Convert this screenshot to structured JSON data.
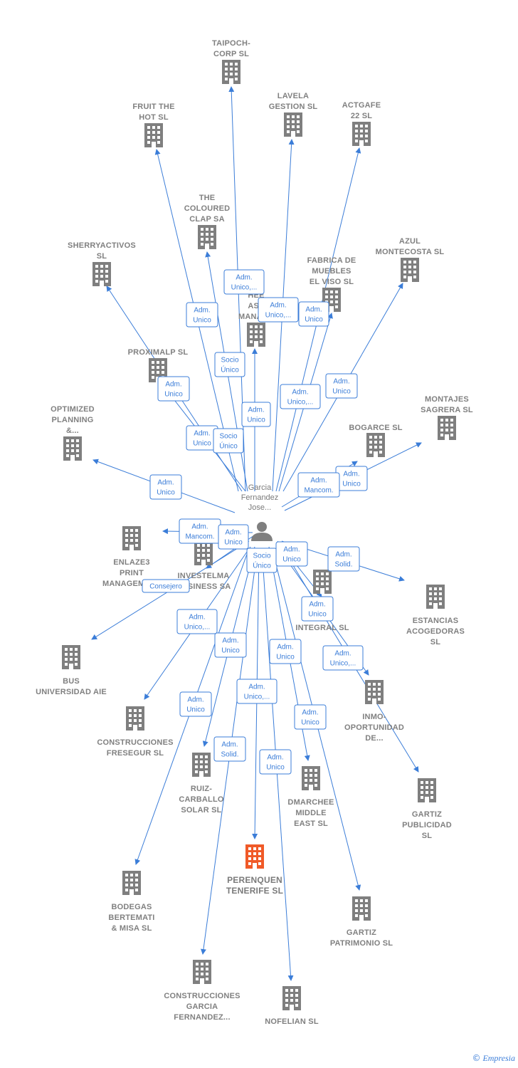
{
  "center": {
    "label": [
      "Garcia",
      "Fernandez",
      "Jose..."
    ]
  },
  "footer": {
    "copyright": "©",
    "brand": "Empresia"
  },
  "colors": {
    "edge": "#3b7dd8",
    "building": "#7f7f7f",
    "target": "#f05a28",
    "person": "#7f7f7f"
  },
  "nodes": [
    {
      "id": "taipoch",
      "label": [
        "TAIPOCH-",
        "CORP SL"
      ]
    },
    {
      "id": "fruit",
      "label": [
        "FRUIT THE",
        "HOT SL"
      ]
    },
    {
      "id": "lavela",
      "label": [
        "LAVELA",
        "GESTION SL"
      ]
    },
    {
      "id": "actgafe",
      "label": [
        "ACTGAFE",
        "22 SL"
      ]
    },
    {
      "id": "coloured",
      "label": [
        "THE",
        "COLOURED",
        "CLAP SA"
      ]
    },
    {
      "id": "sherry",
      "label": [
        "SHERRYACTIVOS",
        "SL"
      ]
    },
    {
      "id": "azul",
      "label": [
        "AZUL",
        "MONTECOSTA SL"
      ]
    },
    {
      "id": "fabrica",
      "label": [
        "FABRICA DE",
        "MUEBLES",
        "EL VISO SL"
      ]
    },
    {
      "id": "asset",
      "label": [
        "HEE",
        "ASS",
        "MANAGE"
      ]
    },
    {
      "id": "proximalp",
      "label": [
        "PROXIMALP SL"
      ]
    },
    {
      "id": "optimized",
      "label": [
        "OPTIMIZED",
        "PLANNING",
        "&..."
      ]
    },
    {
      "id": "montajes",
      "label": [
        "MONTAJES",
        "SAGRERA SL"
      ]
    },
    {
      "id": "bogarce",
      "label": [
        "BOGARCE SL"
      ]
    },
    {
      "id": "enlaze3",
      "label": [
        "ENLAZE3",
        "PRINT",
        "MANAGEMENT"
      ]
    },
    {
      "id": "investelma",
      "label": [
        "INVESTELMA",
        "BUSINESS SA"
      ]
    },
    {
      "id": "integral",
      "label": [
        "A",
        "N",
        "INTEGRAL SL"
      ]
    },
    {
      "id": "estancias",
      "label": [
        "ESTANCIAS",
        "ACOGEDORAS",
        "SL"
      ]
    },
    {
      "id": "bus",
      "label": [
        "BUS",
        "UNIVERSIDAD AIE"
      ]
    },
    {
      "id": "inmo",
      "label": [
        "INMO-",
        "OPORTUNIDAD",
        "DE..."
      ]
    },
    {
      "id": "fresegur",
      "label": [
        "CONSTRUCCIONES",
        "FRESEGUR SL"
      ]
    },
    {
      "id": "ruiz",
      "label": [
        "RUIZ-",
        "CARBALLO",
        "SOLAR SL"
      ]
    },
    {
      "id": "dmarchee",
      "label": [
        "DMARCHEE",
        "MIDDLE",
        "EAST SL"
      ]
    },
    {
      "id": "gartizpub",
      "label": [
        "GARTIZ",
        "PUBLICIDAD",
        "SL"
      ]
    },
    {
      "id": "perenquen",
      "label": [
        "PERENQUEN",
        "TENERIFE SL"
      ]
    },
    {
      "id": "bodegas",
      "label": [
        "BODEGAS",
        "BERTEMATI",
        "& MISA SL"
      ]
    },
    {
      "id": "gartizpat",
      "label": [
        "GARTIZ",
        "PATRIMONIO SL"
      ]
    },
    {
      "id": "cgf",
      "label": [
        "CONSTRUCCIONES",
        "GARCIA",
        "FERNANDEZ..."
      ]
    },
    {
      "id": "nofelian",
      "label": [
        "NOFELIAN SL"
      ]
    }
  ],
  "relations": [
    {
      "id": "r_taipoch",
      "label": [
        "Adm.",
        "Unico,..."
      ]
    },
    {
      "id": "r_fruit",
      "label": [
        "Adm.",
        "Unico"
      ]
    },
    {
      "id": "r_lavela",
      "label": [
        "Adm.",
        "Unico,..."
      ]
    },
    {
      "id": "r_actgafe",
      "label": [
        "Adm.",
        "Unico"
      ]
    },
    {
      "id": "r_coloured",
      "label": [
        "Socio",
        "Único"
      ]
    },
    {
      "id": "r_sherry",
      "label": [
        "Adm.",
        "Unico"
      ]
    },
    {
      "id": "r_azul",
      "label": [
        "Adm.",
        "Unico"
      ]
    },
    {
      "id": "r_fabrica",
      "label": [
        "Adm.",
        "Unico,..."
      ]
    },
    {
      "id": "r_asset",
      "label": [
        "Adm.",
        "Unico"
      ]
    },
    {
      "id": "r_proximalp",
      "label": [
        "Adm.",
        "Unico"
      ]
    },
    {
      "id": "r_asset2",
      "label": [
        "Socio",
        "Único"
      ]
    },
    {
      "id": "r_optimized",
      "label": [
        "Adm.",
        "Unico"
      ]
    },
    {
      "id": "r_montajes",
      "label": [
        "Adm.",
        "Unico"
      ]
    },
    {
      "id": "r_bogarce",
      "label": [
        "Adm.",
        "Mancom."
      ]
    },
    {
      "id": "r_enlaze3",
      "label": [
        "Adm.",
        "Mancom."
      ]
    },
    {
      "id": "r_investelma",
      "label": [
        "Adm.",
        "Unico"
      ]
    },
    {
      "id": "r_socio_integral",
      "label": [
        "Socio",
        "Único"
      ]
    },
    {
      "id": "r_integral",
      "label": [
        "Adm.",
        "Unico"
      ]
    },
    {
      "id": "r_estancias",
      "label": [
        "Adm.",
        "Solid."
      ]
    },
    {
      "id": "r_bus",
      "label": [
        "Consejero"
      ]
    },
    {
      "id": "r_integral2",
      "label": [
        "Adm.",
        "Unico"
      ]
    },
    {
      "id": "r_fresegur",
      "label": [
        "Adm.",
        "Unico,..."
      ]
    },
    {
      "id": "r_ruiz",
      "label": [
        "Adm.",
        "Unico"
      ]
    },
    {
      "id": "r_dmarchee",
      "label": [
        "Adm.",
        "Unico"
      ]
    },
    {
      "id": "r_inmo",
      "label": [
        "Adm.",
        "Unico,..."
      ]
    },
    {
      "id": "r_bodegas",
      "label": [
        "Adm.",
        "Unico"
      ]
    },
    {
      "id": "r_perenquen",
      "label": [
        "Adm.",
        "Unico,..."
      ]
    },
    {
      "id": "r_gartizpat",
      "label": [
        "Adm.",
        "Unico"
      ]
    },
    {
      "id": "r_cgf",
      "label": [
        "Adm.",
        "Solid."
      ]
    },
    {
      "id": "r_nofelian",
      "label": [
        "Adm.",
        "Unico"
      ]
    }
  ]
}
